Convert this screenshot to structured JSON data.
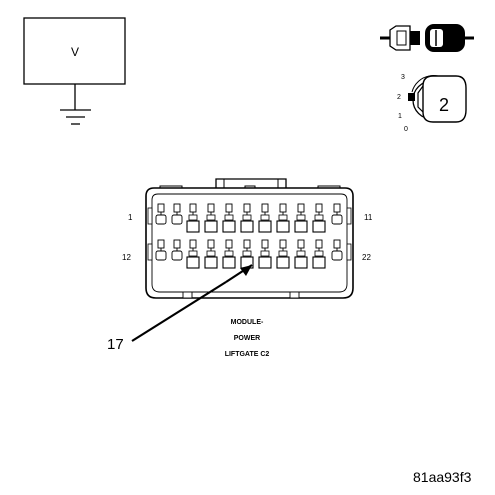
{
  "meter": {
    "symbol": "V"
  },
  "ignition_switch": {
    "positions": [
      "3",
      "2",
      "1",
      "0"
    ],
    "selected": "2"
  },
  "connector": {
    "cavity_labels": {
      "top_left": "1",
      "top_right": "11",
      "bottom_left": "12",
      "bottom_right": "22"
    },
    "name_lines": [
      "MODULE-",
      "POWER",
      "LIFTGATE C2"
    ]
  },
  "callout": {
    "pin": "17"
  },
  "figure_id": "81aa93f3",
  "icons": [
    "voltmeter-icon",
    "ground-icon",
    "connector-disconnect-icon",
    "ignition-key-icon"
  ]
}
